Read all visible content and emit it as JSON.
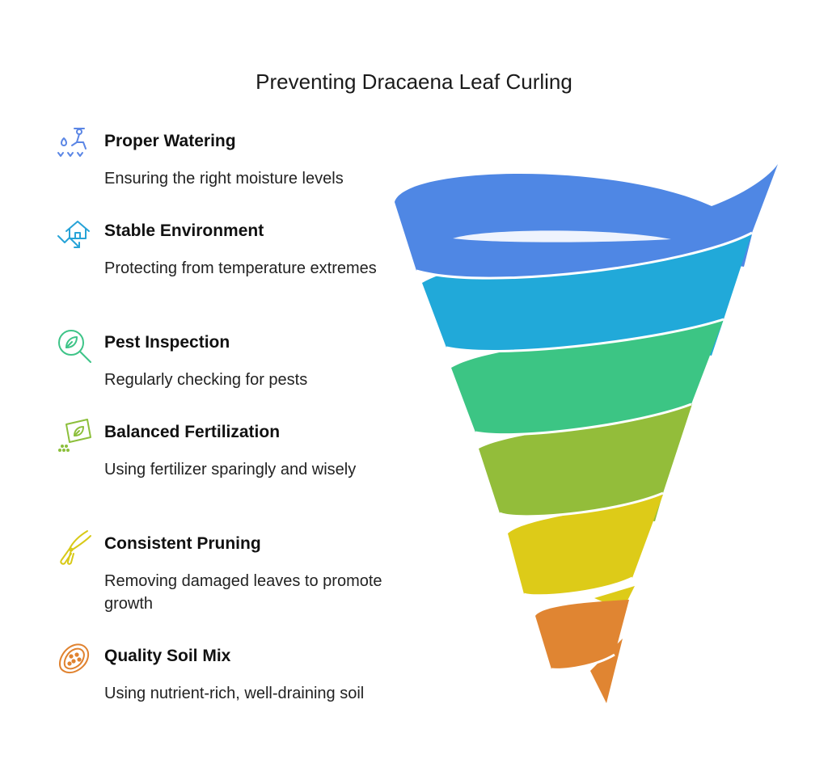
{
  "title": "Preventing Dracaena Leaf Curling",
  "items": [
    {
      "heading": "Proper Watering",
      "description": "Ensuring the right moisture levels",
      "icon": "watering-person-icon",
      "color": "#5b86e5"
    },
    {
      "heading": "Stable Environment",
      "description": "Protecting from temperature extremes",
      "icon": "house-temperature-icon",
      "color": "#27a3d7"
    },
    {
      "heading": "Pest Inspection",
      "description": "Regularly checking for pests",
      "icon": "leaf-magnifier-icon",
      "color": "#3ec488"
    },
    {
      "heading": "Balanced Fertilization",
      "description": "Using fertilizer sparingly and wisely",
      "icon": "fertilizer-bag-icon",
      "color": "#8cbf3b"
    },
    {
      "heading": "Consistent Pruning",
      "description": "Removing damaged leaves to promote growth",
      "icon": "pruning-shears-icon",
      "color": "#d8c917"
    },
    {
      "heading": "Quality Soil Mix",
      "description": "Using nutrient-rich, well-draining soil",
      "icon": "soil-icon",
      "color": "#e0822f"
    }
  ],
  "funnel_colors": [
    "#4f87e4",
    "#21a9d9",
    "#3cc584",
    "#93bd3a",
    "#ddcb18",
    "#e08532"
  ]
}
